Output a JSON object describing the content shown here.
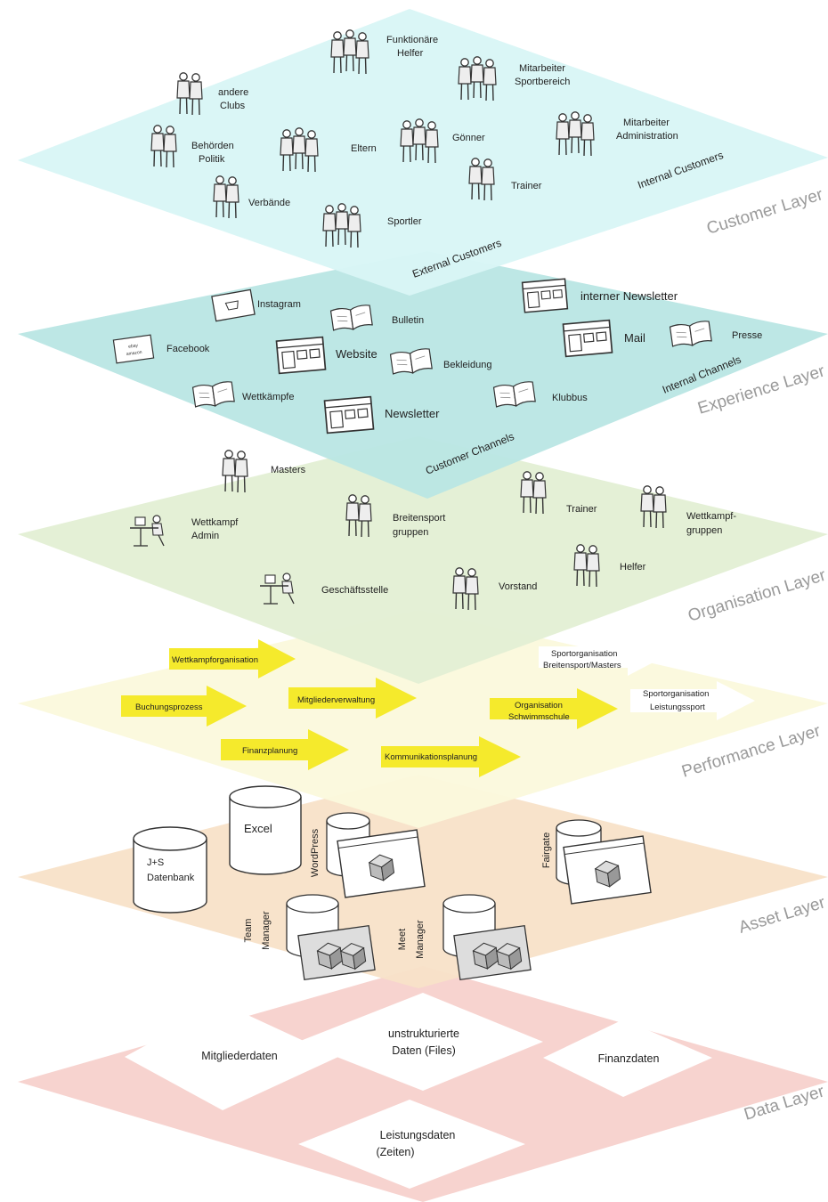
{
  "colors": {
    "customer": "#d9f6f6",
    "experience": "#b9e6e4",
    "organisation": "#e3efd4",
    "performance": "#fbf9dc",
    "asset": "#f8e2c8",
    "data": "#f7d3cf",
    "arrow_yellow": "#f5ea2c"
  },
  "layers": {
    "customer": {
      "title": "Customer Layer",
      "internal": "Internal Customers",
      "external": "External Customers",
      "items": [
        "Funktionäre",
        "Helfer",
        "Mitarbeiter",
        "Sportbereich",
        "andere",
        "Clubs",
        "Mitarbeiter",
        "Administration",
        "Eltern",
        "Gönner",
        "Behörden",
        "Politik",
        "Trainer",
        "Verbände",
        "Sportler"
      ]
    },
    "experience": {
      "title": "Experience Layer",
      "internal": "Internal Channels",
      "customer_channels": "Customer Channels",
      "items": [
        "Instagram",
        "Bulletin",
        "interner Newsletter",
        "Facebook",
        "Website",
        "Mail",
        "Presse",
        "Bekleidung",
        "Wettkämpfe",
        "Newsletter",
        "Klubbus"
      ],
      "badge": [
        "ebay",
        "amazon"
      ]
    },
    "organisation": {
      "title": "Organisation Layer",
      "items": [
        "Masters",
        "Trainer",
        "Wettkampf-",
        "gruppen",
        "Wettkampf",
        "Admin",
        "Breitensport",
        "gruppen",
        "Helfer",
        "Geschäftsstelle",
        "Vorstand"
      ]
    },
    "performance": {
      "title": "Performance Layer",
      "arrows": [
        "Wettkampforganisation",
        "Buchungsprozess",
        "Mitgliederverwaltung",
        "Organisation",
        "Schwimmschule",
        "Finanzplanung",
        "Kommunikationsplanung"
      ],
      "white_arrows": [
        "Sportorganisation",
        "Breitensport/Masters",
        "Sportorganisation",
        "Leistungssport"
      ]
    },
    "asset": {
      "title": "Asset Layer",
      "items": [
        "Excel",
        "J+S",
        "Datenbank",
        "WordPress",
        "Fairgate",
        "Team",
        "Manager",
        "Meet",
        "Manager"
      ]
    },
    "data": {
      "title": "Data Layer",
      "items": [
        "unstrukturierte",
        "Daten (Files)",
        "Mitgliederdaten",
        "Finanzdaten",
        "Leistungsdaten",
        "(Zeiten)"
      ]
    }
  }
}
